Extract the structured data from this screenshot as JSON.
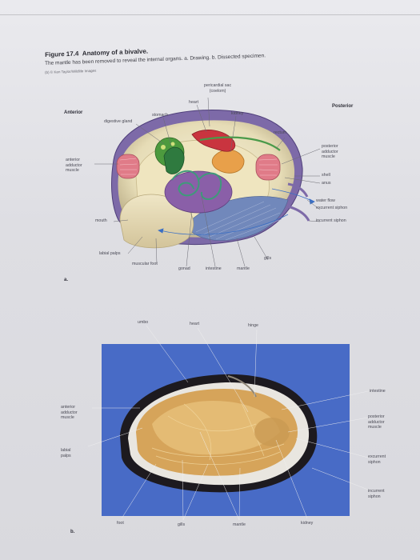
{
  "figure": {
    "title_label": "Figure 17.4",
    "title_text": "Anatomy of a bivalve.",
    "subtitle": "The mantle has been removed to reveal the internal organs. a. Drawing. b. Dissected specimen.",
    "credit": "(b) © Ken Taylor/Wildlife Images"
  },
  "drawing": {
    "anterior": "Anterior",
    "posterior": "Posterior",
    "labels": {
      "pericardial": "pericardial sac\n(coelom)",
      "heart": "heart",
      "kidney": "kidney",
      "stomach": "stomach",
      "digestive_gland": "digestive gland",
      "rectum": "rectum",
      "anterior_adductor": "anterior\nadductor\nmuscle",
      "posterior_adductor": "posterior\nadductor\nmuscle",
      "shell": "shell",
      "anus": "anus",
      "water_flow": "water flow",
      "excurrent": "excurrent siphon",
      "incurrent": "incurrent siphon",
      "mouth": "mouth",
      "labial_palps": "labial palps",
      "muscular_foot": "muscular foot",
      "gonad": "gonad",
      "intestine": "intestine",
      "mantle": "mantle",
      "gills": "gills"
    },
    "letter": "a."
  },
  "photo": {
    "labels": {
      "umbo": "umbo",
      "heart": "heart",
      "hinge": "hinge",
      "intestine": "intestine",
      "anterior_adductor": "anterior\nadductor\nmuscle",
      "posterior_adductor": "posterior\nadductor\nmuscle",
      "labial_palps": "labial\npalps",
      "excurrent": "excurrent\nsiphon",
      "incurrent": "incurrent\nsiphon",
      "foot": "foot",
      "gills": "gills",
      "mantle": "mantle",
      "kidney": "kidney"
    },
    "letter": "b."
  },
  "colors": {
    "water_blue": "#3b5fc0",
    "muscle_pink": "#e07b88",
    "digestive_green": "#3f8a3a",
    "gonad_purple": "#8a5fa8",
    "gill_blue": "#6f86b9",
    "kidney_orange": "#e8a04a",
    "heart_red": "#c9343f"
  }
}
